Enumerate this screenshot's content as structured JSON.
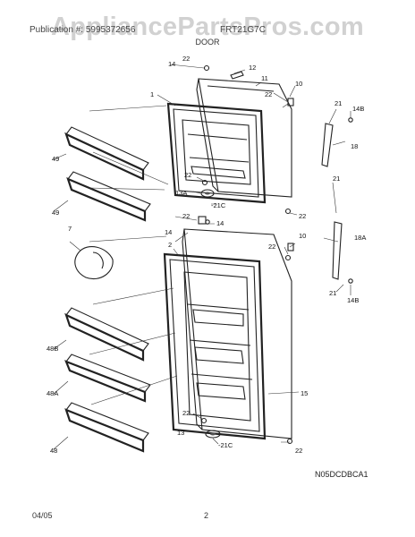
{
  "watermark": "AppliancePartsPros.com",
  "header": {
    "left": "Publication #: 5995372656",
    "right": "FRT21G7C",
    "section": "DOOR"
  },
  "footer": {
    "date": "04/05",
    "page": "2"
  },
  "diagram_code": "N05DCDBCA1",
  "labels": {
    "l1": "1",
    "l2": "2",
    "l7": "7",
    "l10a": "10",
    "l10b": "10",
    "l11": "11",
    "l12": "12",
    "l13": "13",
    "l13a": "13A",
    "l14a": "14",
    "l14b": "14",
    "l14c": "14",
    "l14ba": "14B",
    "l14bb": "14B",
    "l15": "15",
    "l18": "18",
    "l18a": "18A",
    "l21a": "21",
    "l21b": "21",
    "l21c": "21",
    "l21ca": "-21C",
    "l21cb": "-21C",
    "l22a": "22",
    "l22b": "22",
    "l22c": "22",
    "l22d": "22",
    "l22e": "22",
    "l22f": "22",
    "l22g": "22",
    "l22h": "22",
    "l48": "48",
    "l48a": "48A",
    "l48b": "48B",
    "l49a": "49",
    "l49b": "49"
  }
}
